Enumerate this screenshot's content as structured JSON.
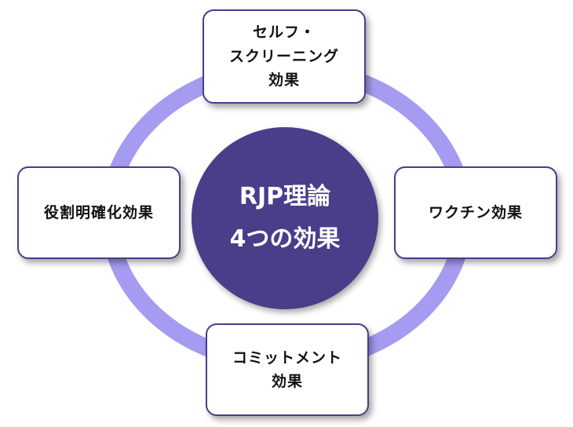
{
  "center": {
    "line1": "RJP理論",
    "line2": "4つの効果"
  },
  "effects": {
    "top": "セルフ・\nスクリーニング\n効果",
    "left": "役割明確化効果",
    "right": "ワクチン効果",
    "bottom": "コミットメント\n効果"
  },
  "colors": {
    "ring": "#a59bf0",
    "center_fill": "#4a3d8a",
    "box_border": "#4a3d8a"
  }
}
